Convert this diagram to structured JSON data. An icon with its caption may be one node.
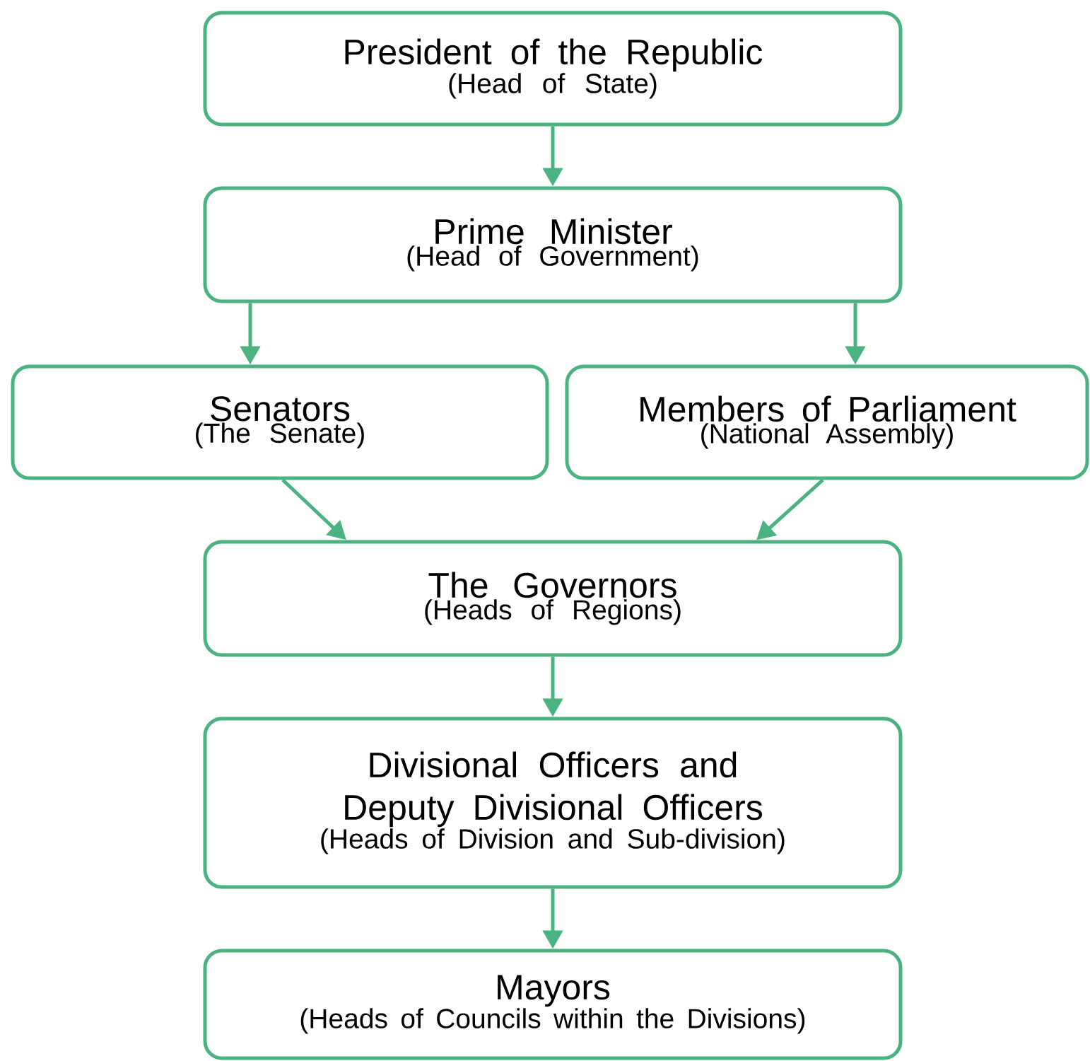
{
  "diagram": {
    "nodes": [
      {
        "text": [
          "President of the Republic",
          "(Head of State)"
        ]
      },
      {
        "text": [
          "Prime Minister",
          "(Head of Government)"
        ]
      },
      {
        "text": [
          "Senators",
          "(The Senate)"
        ]
      },
      {
        "text": [
          "Members of Parliament",
          "(National Assembly)"
        ]
      },
      {
        "text": [
          "The Governors",
          "(Heads of Regions)"
        ]
      },
      {
        "text": [
          "Divisional Officers and Deputy Divisional Officers",
          "(Heads of Division and Sub-division)"
        ]
      },
      {
        "text": [
          "Mayors",
          "(Heads of Councils within the Divisions)"
        ]
      }
    ],
    "edges": [
      {
        "from": 0,
        "to": 1,
        "arrow": "to"
      },
      {
        "from": 1,
        "to": 2,
        "arrow": "to"
      },
      {
        "from": 1,
        "to": 3,
        "arrow": "to"
      },
      {
        "from": 2,
        "to": 4,
        "arrow": "to"
      },
      {
        "from": 3,
        "to": 4,
        "arrow": "to"
      },
      {
        "from": 4,
        "to": 5,
        "arrow": "to"
      },
      {
        "from": 5,
        "to": 6,
        "arrow": "to"
      }
    ]
  }
}
